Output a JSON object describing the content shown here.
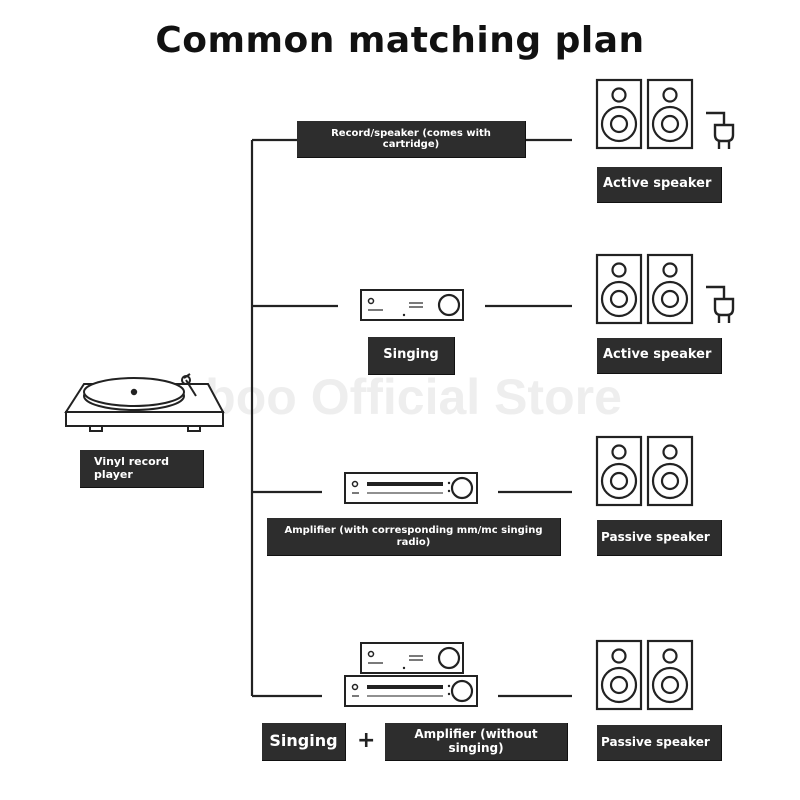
{
  "title": "Common matching plan",
  "watermark": "Taoboo Official Store",
  "source_label": "Vinyl record player",
  "rows": [
    {
      "device_labels": [
        "Record/speaker (comes with cartridge)"
      ],
      "speaker_label": "Active speaker",
      "powered": true
    },
    {
      "device_labels": [
        "Singing"
      ],
      "speaker_label": "Active speaker",
      "powered": true
    },
    {
      "device_labels": [
        "Amplifier (with corresponding mm/mc singing radio)"
      ],
      "speaker_label": "Passive speaker",
      "powered": false
    },
    {
      "device_labels": [
        "Singing",
        "Amplifier (without singing)"
      ],
      "connector": "+",
      "speaker_label": "Passive speaker",
      "powered": false
    }
  ],
  "icons": {
    "source": "turntable-icon",
    "preamp": "phono-preamp-icon",
    "amplifier": "amplifier-icon",
    "speakers": "speaker-pair-icon",
    "power": "power-plug-icon"
  }
}
